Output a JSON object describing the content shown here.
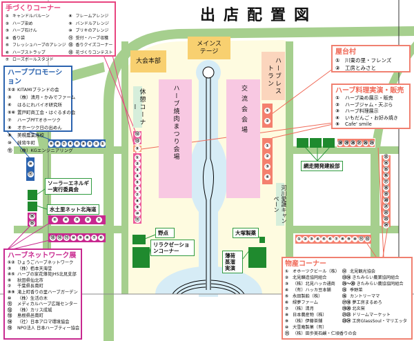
{
  "title": "出店配置図",
  "colors": {
    "road": "#a6cf8e",
    "ground": "#fefbe0",
    "fountain": "#d6ecf6",
    "stage": "#f8d070",
    "pink": "#f8c8e2",
    "salmon": "#f4806e",
    "blue": "#2a62ae",
    "magenta": "#c8288f",
    "green": "#1f8a2e"
  },
  "tezukuri": {
    "title": "手づくりコーナー",
    "items": [
      {
        "n": "①",
        "t": "キャンドルバルーン"
      },
      {
        "n": "②",
        "t": "ハーブ染め"
      },
      {
        "n": "③",
        "t": "ハーブ石けん"
      },
      {
        "n": "④",
        "t": "香り袋"
      },
      {
        "n": "⑤",
        "t": "フレッシュハーブのアレンジ"
      },
      {
        "n": "⑥",
        "t": "ハーブストラップ"
      },
      {
        "n": "⑦",
        "t": "ローズボールスタンド"
      },
      {
        "n": "⑧",
        "t": "フレームアレンジ"
      },
      {
        "n": "⑨",
        "t": "バンドルアレンジ"
      },
      {
        "n": "⑩",
        "t": "ブリキのアレンジ"
      },
      {
        "n": "⑪",
        "t": "受付・ハーブ収穫"
      },
      {
        "n": "⑫",
        "t": "香りクイズコーナー"
      },
      {
        "n": "⑬",
        "t": "花づくりコンテスト"
      }
    ]
  },
  "promo": {
    "title": "ハーブプロモーション",
    "items": [
      {
        "n": "①②",
        "t": "KITAMIブランドの会"
      },
      {
        "n": "③",
        "t": "（株）清月・かみでファーム"
      },
      {
        "n": "④",
        "t": "はるにれバイオ研究所"
      },
      {
        "n": "⑤⑥",
        "t": "置戸町商工会・はぐるまの会"
      },
      {
        "n": "⑦",
        "t": "ハーブPFTオホーツク"
      },
      {
        "n": "⑧",
        "t": "オホーツク日の出めん"
      },
      {
        "n": "⑨",
        "t": "美幌農業高校"
      },
      {
        "n": "⑩",
        "t": "妹背牛町"
      },
      {
        "n": "⑪",
        "t": "（株）KGエンジニアリング"
      }
    ]
  },
  "network": {
    "title": "ハーブネットワーク展",
    "items": [
      {
        "n": "①②",
        "t": "ひょうごハーブネットワーク"
      },
      {
        "n": "③",
        "t": "（株）栢本天海堂"
      },
      {
        "n": "④⑤",
        "t": "ハーブの家花薄荷JHS北見支部"
      },
      {
        "n": "⑥",
        "t": "秋田県仙北市"
      },
      {
        "n": "⑦",
        "t": "千葉県長南町"
      },
      {
        "n": "⑧⑨",
        "t": "滝上町香りの里ハーブガーデン"
      },
      {
        "n": "⑩",
        "t": "（株）生活の木"
      },
      {
        "n": "⑪",
        "t": "メディカルハーブ広報センター"
      },
      {
        "n": "⑫",
        "t": "（株）カリス成城"
      },
      {
        "n": "⑬",
        "t": "島根県邑南町"
      },
      {
        "n": "⑭",
        "t": "（社）日本アロマ環境協会"
      },
      {
        "n": "⑮",
        "t": "NPO法人 日本ハーブティー協会"
      }
    ]
  },
  "yatai": {
    "title": "屋台村",
    "items": [
      {
        "n": "①",
        "t": "川東の里・フレンズ"
      },
      {
        "n": "②",
        "t": "工房とみさと"
      }
    ]
  },
  "ryori": {
    "title": "ハーブ料理実演・販売",
    "items": [
      {
        "n": "①",
        "t": "ハーブ染め展示・販売"
      },
      {
        "n": "②",
        "t": "ハーブジャム・天ぷら"
      },
      {
        "n": "③",
        "t": "ハーブ料理展示"
      },
      {
        "n": "④",
        "t": "いもだんご・お好み焼き"
      },
      {
        "n": "⑤",
        "t": "Cafe' smile"
      }
    ]
  },
  "bussan": {
    "title": "物産コーナー",
    "items": [
      {
        "n": "①",
        "t": "オホーツクビール（株）"
      },
      {
        "n": "②",
        "t": "北見醸造協同組合"
      },
      {
        "n": "③",
        "t": "（株）北見ハッカ通商"
      },
      {
        "n": "④",
        "t": "（有）ハッカ豆本舗"
      },
      {
        "n": "⑤",
        "t": "永田製飴（株）"
      },
      {
        "n": "⑥",
        "t": "緑夢ファーム"
      },
      {
        "n": "⑦",
        "t": "（株）清月"
      },
      {
        "n": "⑧",
        "t": "日本農産物（株）"
      },
      {
        "n": "⑨",
        "t": "（株）伊藤茶舗"
      },
      {
        "n": "⑩",
        "t": "大雪庵製菓（有）"
      },
      {
        "n": "⑪",
        "t": "（株）田歩美石鹸・仁頃香りの会"
      },
      {
        "n": "⑫",
        "t": "北見観光協会"
      },
      {
        "n": "⑬⑭",
        "t": "きたみらい農業協同組合"
      },
      {
        "n": "㉕〜㉚",
        "t": "きたみらい農協協同組合"
      },
      {
        "n": "⑮",
        "t": "季野菜"
      },
      {
        "n": "⑯",
        "t": "カントリーママ"
      },
      {
        "n": "⑰⑱",
        "t": "夢工房まるめろ"
      },
      {
        "n": "⑲⑳",
        "t": "北炎窯"
      },
      {
        "n": "㉑㉒",
        "t": "ドリームマーケット"
      },
      {
        "n": "㉓㉔",
        "t": "工房GlassSoul・マリエッタ"
      }
    ]
  },
  "areas": {
    "main_stage": "メインステージ",
    "hq": "大会本部",
    "restaurant": "ハーブレストラン",
    "rest": "休憩コーナー",
    "grill": "ハーブ焼肉まつり会場",
    "exchange": "交流会会場",
    "river": "河川愛護キャンペーン",
    "nodate": "野点",
    "relax": "リラクゼーションコーナー",
    "otsuka": "大塚製薬",
    "hakka": "薄荷蒸溜実演",
    "solar": "ソーラーエネルギー実行委員会",
    "midori": "水土里ネット北海道",
    "abashiri": "網走開発建設部"
  },
  "bars": {
    "blue_h": [
      "⑨",
      "⑧",
      "⑦",
      "⑥",
      "⑤",
      "④",
      "③",
      "②",
      "①"
    ],
    "blue_v": [
      "⑩",
      "⑪"
    ],
    "mag_v": [
      "⑭",
      "⑮"
    ],
    "mag_h1": [
      "⑤",
      "④",
      "③",
      "②",
      "①"
    ],
    "mag_h2": [
      "⑬",
      "⑫",
      "⑪",
      "⑩",
      "⑨",
      "⑧",
      "⑦",
      "⑥"
    ],
    "pink_top": [
      "⑫",
      "⑬"
    ],
    "orange_mid": [
      "⑤"
    ],
    "pink_col": [
      "①",
      "②",
      "③",
      "④",
      "⑤",
      "⑥",
      "⑦",
      "⑧",
      "⑨",
      "⑩",
      "⑪"
    ],
    "sal_a": [
      "①",
      "②"
    ],
    "sal_b": [
      "①",
      "②",
      "③",
      "④"
    ],
    "sal_top": [
      "㉚",
      "㉙",
      "㉘",
      "㉗",
      "㉖",
      "㉕"
    ],
    "sal_right": [
      "⑬",
      "⑭",
      "⑮",
      "⑯",
      "⑰",
      "⑱",
      "⑲",
      "⑳",
      "㉑",
      "㉒",
      "㉓",
      "㉔"
    ],
    "sal_bottom": [
      "①",
      "②",
      "③",
      "④",
      "⑤",
      "⑥",
      "⑦",
      "⑧",
      "⑨",
      "⑩",
      "⑪",
      "⑫"
    ]
  }
}
